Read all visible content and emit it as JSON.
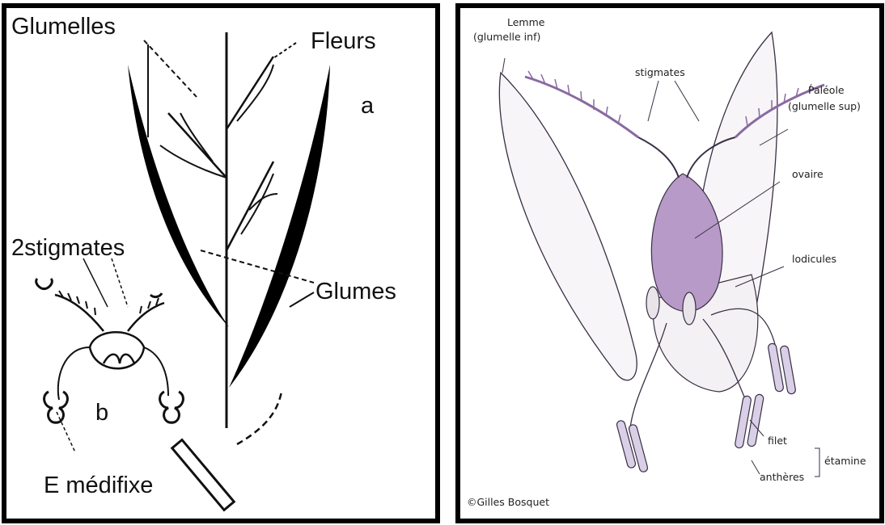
{
  "left_diagram": {
    "labels": {
      "glumelles": "Glumelles",
      "fleurs": "Fleurs",
      "letter_a": "a",
      "stigmates": "2stigmates",
      "glumes": "Glumes",
      "letter_b": "b",
      "emedifixe": "E médifixe"
    }
  },
  "right_diagram": {
    "labels": {
      "lemme_line1": "Lemme",
      "lemme_line2": "(glumelle inf)",
      "stigmates": "stigmates",
      "paleole_line1": "Paléole",
      "paleole_line2": "(glumelle sup)",
      "ovaire": "ovaire",
      "lodicules": "lodicules",
      "filet": "filet",
      "etamine": "étamine",
      "antheres": "anthères"
    },
    "credit": "©Gilles Bosquet",
    "colors": {
      "pistil": "#b79ac8",
      "anther": "#d9cfe6",
      "line": "#3a2f44"
    }
  }
}
